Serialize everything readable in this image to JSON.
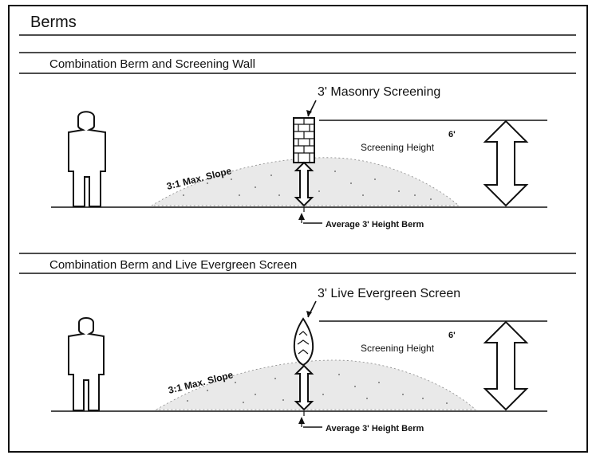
{
  "title": "Berms",
  "panels": [
    {
      "heading": "Combination Berm and Screening Wall",
      "screen_label": "3' Masonry Screening",
      "height_value": "6'",
      "height_label": "Screening Height",
      "slope_label": "3:1 Max. Slope",
      "berm_label": "Average 3' Height Berm"
    },
    {
      "heading": "Combination Berm and Live Evergreen Screen",
      "screen_label": "3' Live Evergreen Screen",
      "height_value": "6'",
      "height_label": "Screening Height",
      "slope_label": "3:1 Max. Slope",
      "berm_label": "Average 3' Height Berm"
    }
  ]
}
